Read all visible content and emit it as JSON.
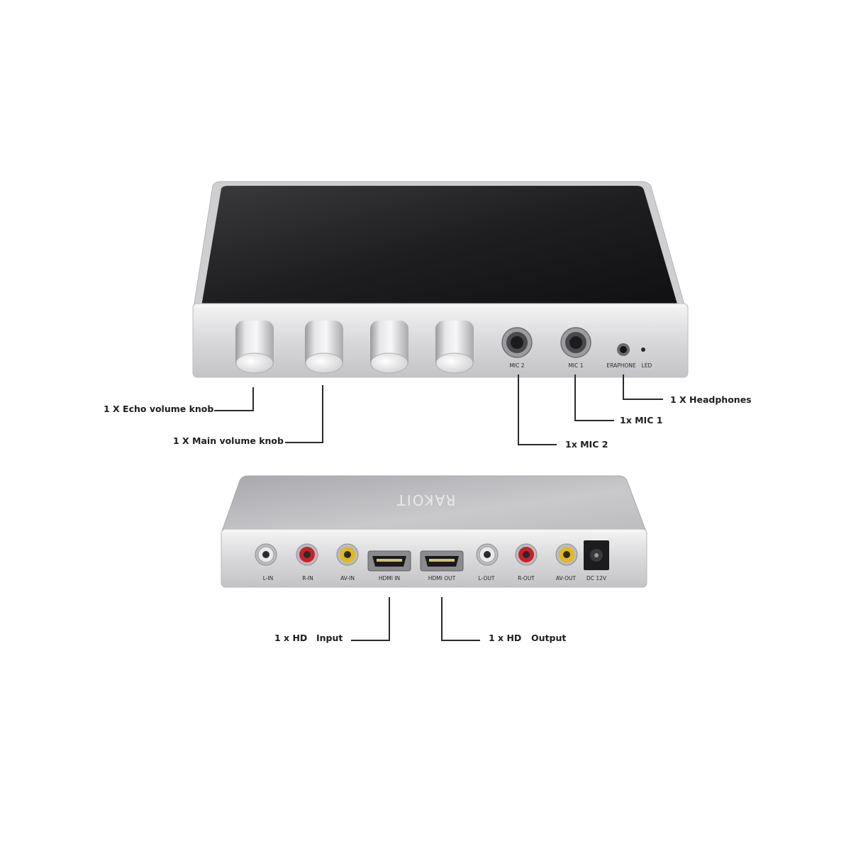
{
  "front_view": {
    "port_labels": {
      "mic2": "MIC 2",
      "mic1": "MIC 1",
      "earphone": "ERAPHONE",
      "led": "LED"
    },
    "callouts": {
      "echo_knob": "1 X Echo volume knob",
      "main_knob": "1 X Main volume knob",
      "mic2": "1x MIC 2",
      "mic1": "1x MIC 1",
      "headphones": "1 X Headphones"
    }
  },
  "rear_view": {
    "brand_text": "RAKOIT",
    "port_labels": {
      "l_in": "L-IN",
      "r_in": "R-IN",
      "av_in": "AV-IN",
      "hdmi_in": "HDMI IN",
      "hdmi_out": "HDMI OUT",
      "l_out": "L-OUT",
      "r_out": "R-OUT",
      "av_out": "AV-OUT",
      "dc": "DC 12V"
    },
    "callouts": {
      "hd_input_qty": "1 x HD",
      "hd_input_word": "Input",
      "hd_output_qty": "1 x HD",
      "hd_output_word": "Output"
    }
  },
  "colors": {
    "rca_white": "#e9e9e9",
    "rca_red": "#c8202a",
    "rca_yellow": "#e2b81c"
  }
}
